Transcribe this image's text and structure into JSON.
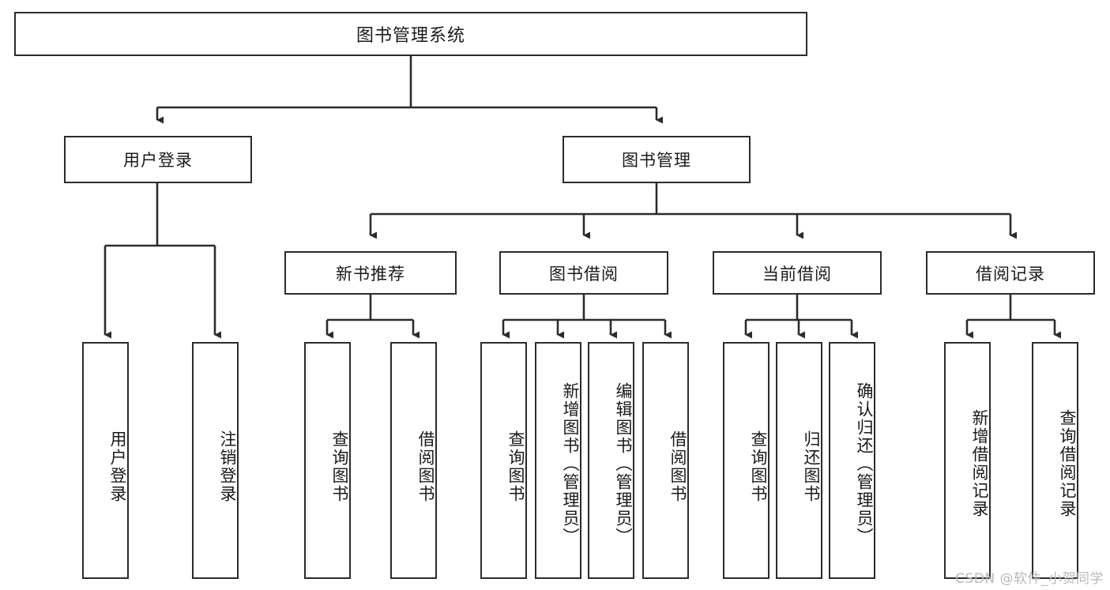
{
  "diagram": {
    "title": "图书管理系统",
    "type": "tree-hierarchy-diagram",
    "watermark": "CSDN @软件_小贺同学",
    "colors": {
      "stroke": "#2b2b2b",
      "fill": "#ffffff",
      "text": "#1a1a1a",
      "watermark": "#b9b9b9"
    },
    "root": {
      "label": "图书管理系统"
    },
    "level2": [
      {
        "label": "用户登录"
      },
      {
        "label": "图书管理"
      }
    ],
    "level3": [
      {
        "label": "新书推荐"
      },
      {
        "label": "图书借阅"
      },
      {
        "label": "当前借阅"
      },
      {
        "label": "借阅记录"
      }
    ],
    "leaves": {
      "user_login": [
        {
          "label": "用户登录"
        },
        {
          "label": "注销登录"
        }
      ],
      "new_book_recommend": [
        {
          "label": "查询图书"
        },
        {
          "label": "借阅图书"
        }
      ],
      "book_borrow": [
        {
          "label": "查询图书"
        },
        {
          "label": "新增图书（管理员）"
        },
        {
          "label": "编辑图书（管理员）"
        },
        {
          "label": "借阅图书"
        }
      ],
      "current_borrow": [
        {
          "label": "查询图书"
        },
        {
          "label": "归还图书"
        },
        {
          "label": "确认归还（管理员）"
        }
      ],
      "borrow_record": [
        {
          "label": "新增借阅记录"
        },
        {
          "label": "查询借阅记录"
        }
      ]
    }
  }
}
